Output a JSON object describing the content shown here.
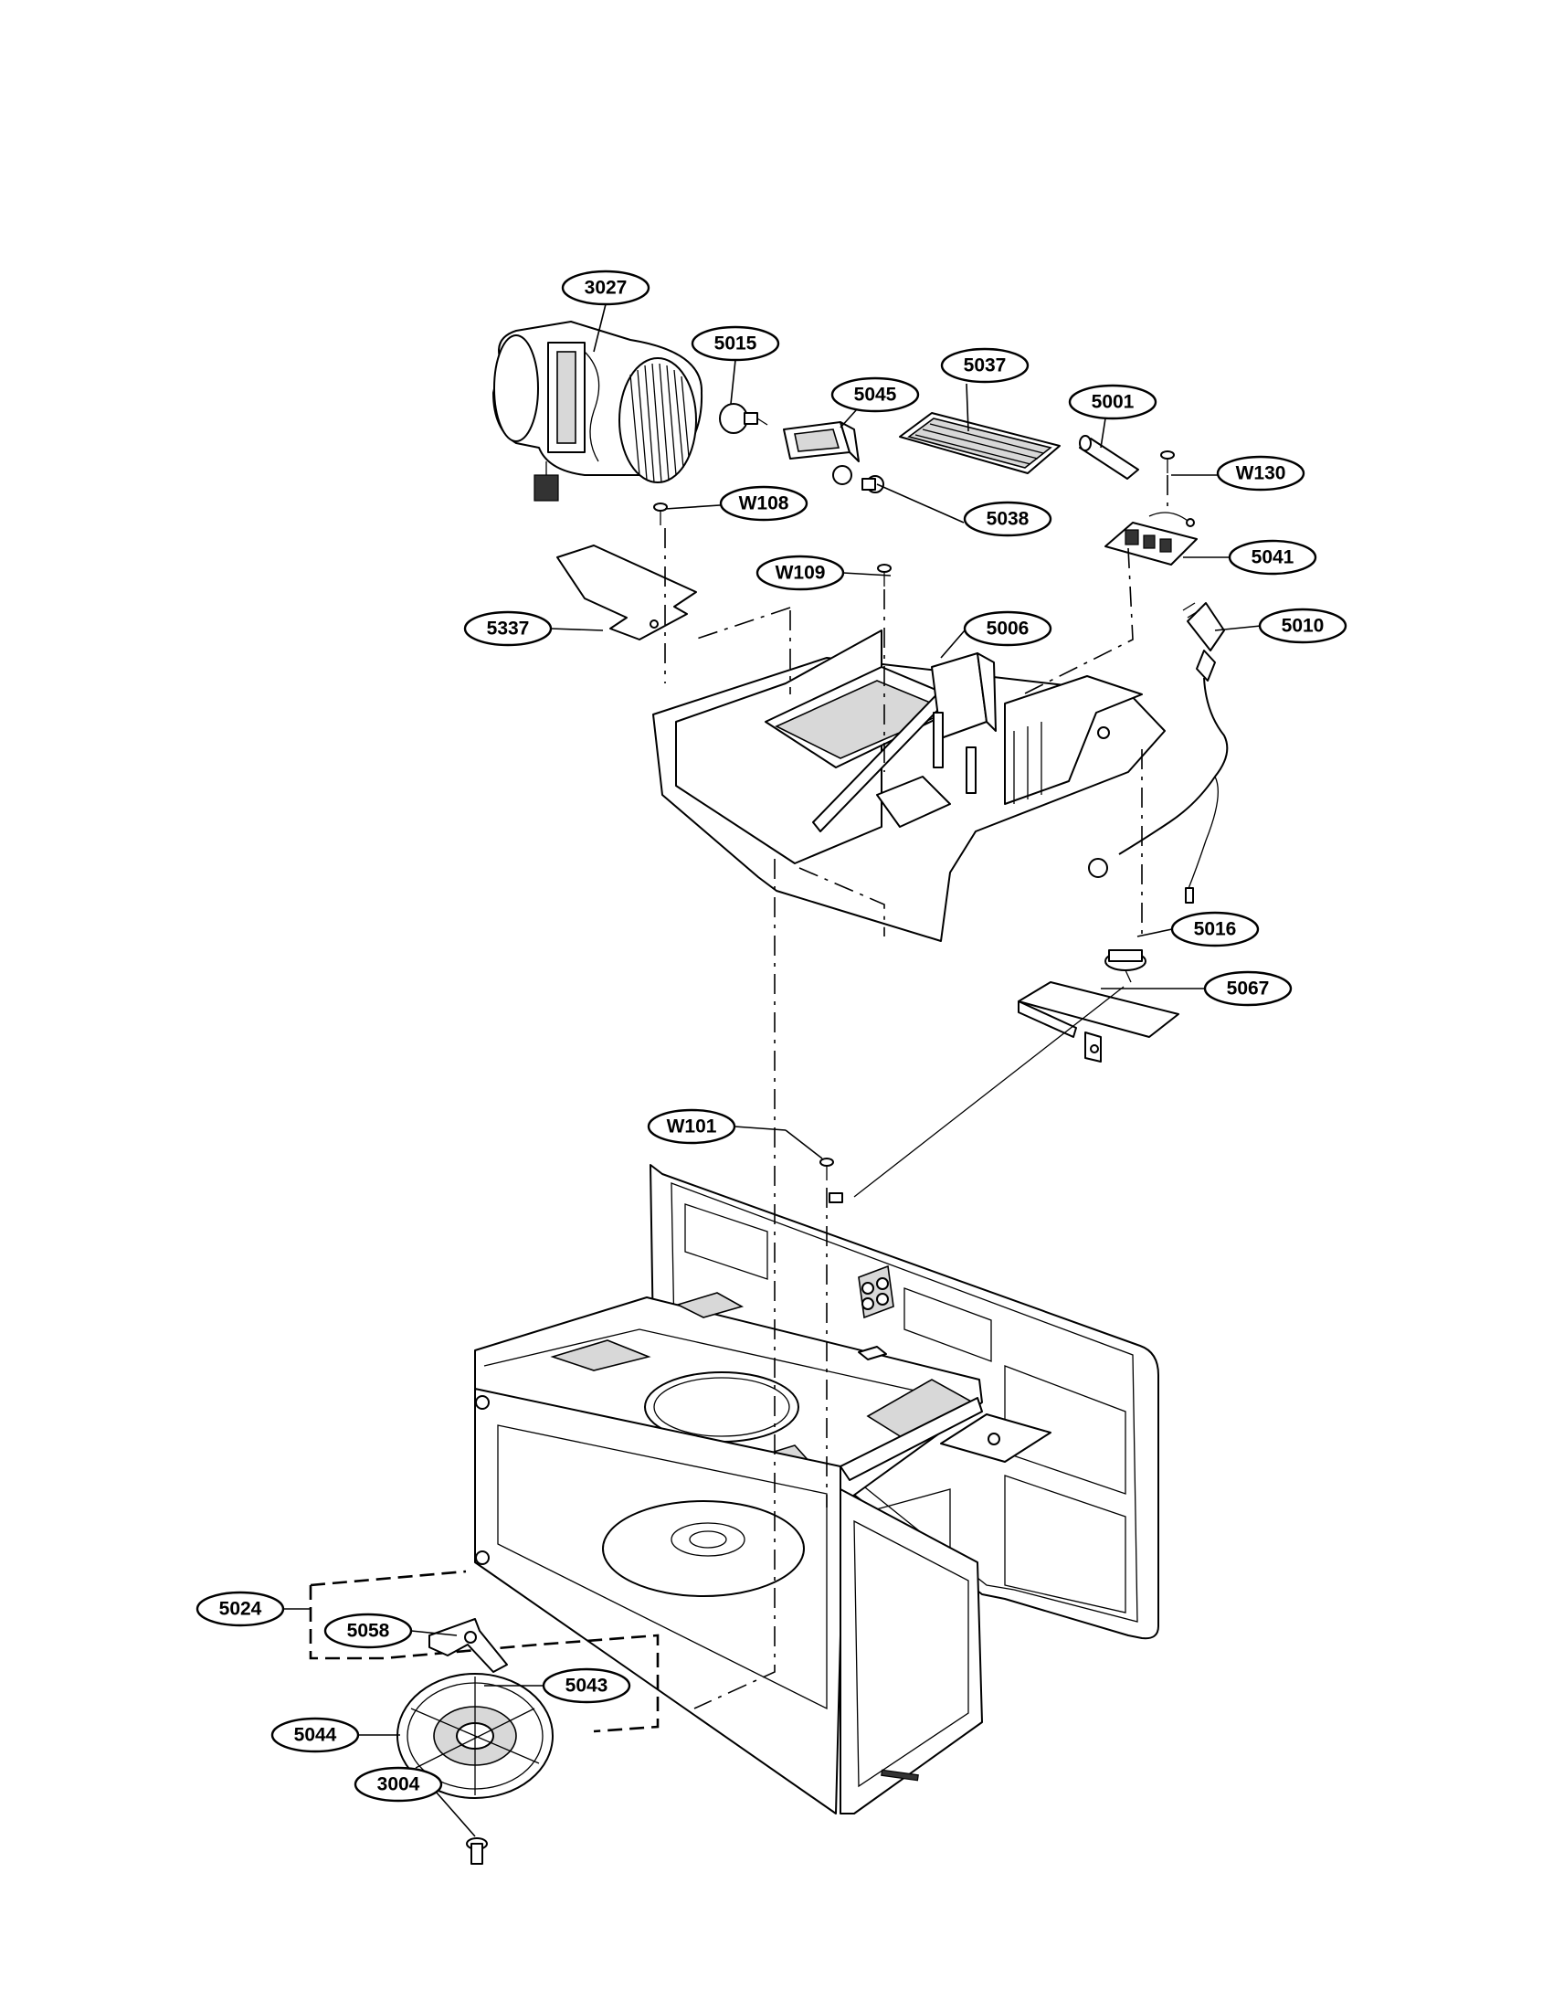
{
  "callouts": {
    "c3027": "3027",
    "c5015": "5015",
    "c5045": "5045",
    "c5037": "5037",
    "c5001": "5001",
    "cW130": "W130",
    "cW108": "W108",
    "c5038": "5038",
    "cW109": "W109",
    "c5041": "5041",
    "c5006": "5006",
    "c5010": "5010",
    "c5337": "5337",
    "c5016": "5016",
    "c5067": "5067",
    "cW101": "W101",
    "c5024": "5024",
    "c5058": "5058",
    "c5043": "5043",
    "c5044": "5044",
    "c3004": "3004"
  }
}
